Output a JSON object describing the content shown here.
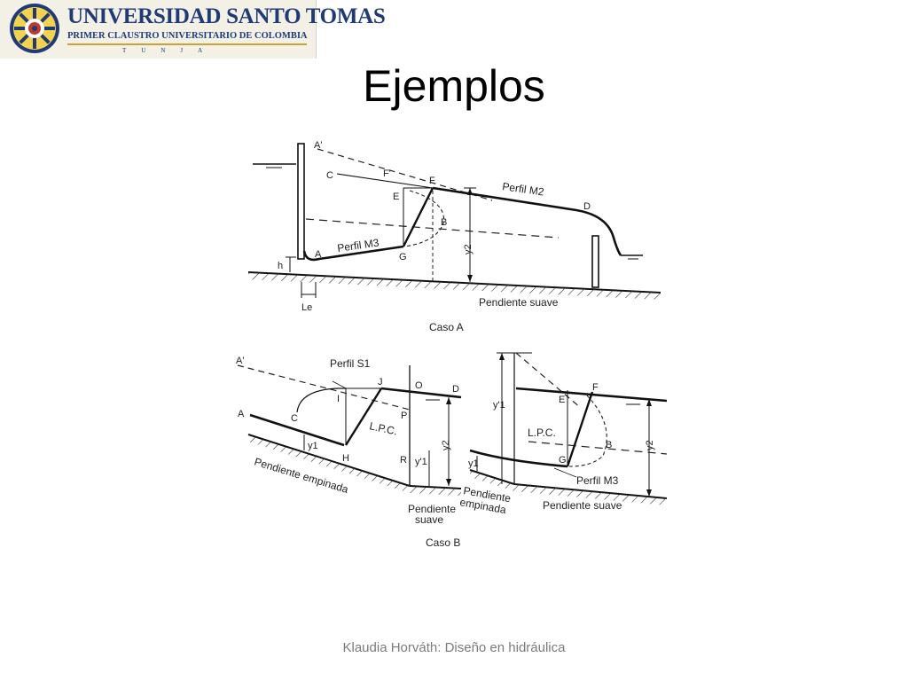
{
  "header": {
    "university_name": "UNIVERSIDAD SANTO TOMAS",
    "subtitle": "PRIMER CLAUSTRO UNIVERSITARIO DE COLOMBIA",
    "city": "TUNJA"
  },
  "slide": {
    "title": "Ejemplos",
    "footer": "Klaudia Horváth: Diseño en hidráulica"
  },
  "diagram": {
    "caso_a": {
      "caption": "Caso A",
      "labels": {
        "a_prime": "A'",
        "c": "C",
        "f_prime": "F'",
        "f": "F",
        "e": "E",
        "b": "B",
        "d": "D",
        "a": "A",
        "g": "G",
        "h": "h",
        "le": "Le",
        "y2": "y2",
        "perfil_m2": "Perfil M2",
        "perfil_m3": "Perfil M3",
        "pendiente_suave": "Pendiente suave"
      }
    },
    "caso_b": {
      "caption": "Caso B",
      "left": {
        "a_prime": "A'",
        "a": "A",
        "c": "C",
        "perfil_s1": "Perfil S1",
        "i": "I",
        "j": "J",
        "o": "O",
        "d": "D",
        "p": "P",
        "lpc": "L.P.C.",
        "y1": "y1",
        "h": "H",
        "y1_prime": "y'1",
        "y2": "y2",
        "r": "R",
        "pendiente_empinada": "Pendiente empinada",
        "pendiente_suave_line1": "Pendiente",
        "pendiente_suave_line2": "suave"
      },
      "right": {
        "y1_prime": "y'1",
        "f": "F",
        "e": "E",
        "y2": "y2",
        "lpc": "L.P.C.",
        "b": "B",
        "y1": "y1",
        "g": "G",
        "perfil_m3": "Perfil M3",
        "pendiente_empinada_line1": "Pendiente",
        "pendiente_empinada_line2": "empinada",
        "pendiente_suave": "Pendiente suave"
      }
    }
  }
}
